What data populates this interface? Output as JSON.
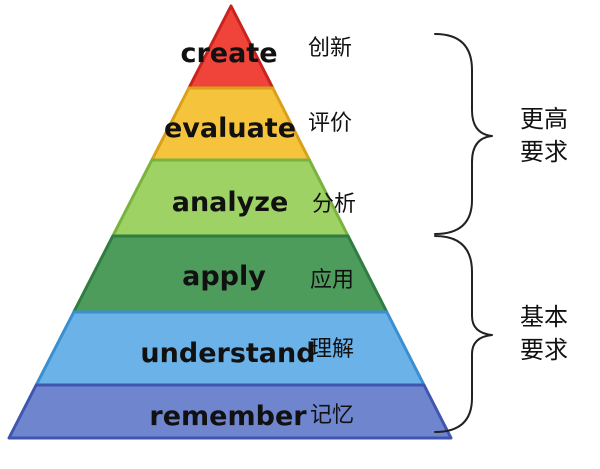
{
  "levels": [
    {
      "en": "create",
      "zh": "创新",
      "fill": "#f0443a",
      "edge": "#c8231f"
    },
    {
      "en": "evaluate",
      "zh": "评价",
      "fill": "#f5c43c",
      "edge": "#d9a01a"
    },
    {
      "en": "analyze",
      "zh": "分析",
      "fill": "#9fd265",
      "edge": "#7ab23e"
    },
    {
      "en": "apply",
      "zh": "应用",
      "fill": "#4e9c5c",
      "edge": "#2f7d40"
    },
    {
      "en": "understand",
      "zh": "理解",
      "fill": "#6ab2e8",
      "edge": "#3a8fd0"
    },
    {
      "en": "remember",
      "zh": "记忆",
      "fill": "#6f86cf",
      "edge": "#3f56b0"
    }
  ],
  "groups": {
    "higher": {
      "line1": "更高",
      "line2": "要求"
    },
    "basic": {
      "line1": "基本",
      "line2": "要求"
    }
  }
}
